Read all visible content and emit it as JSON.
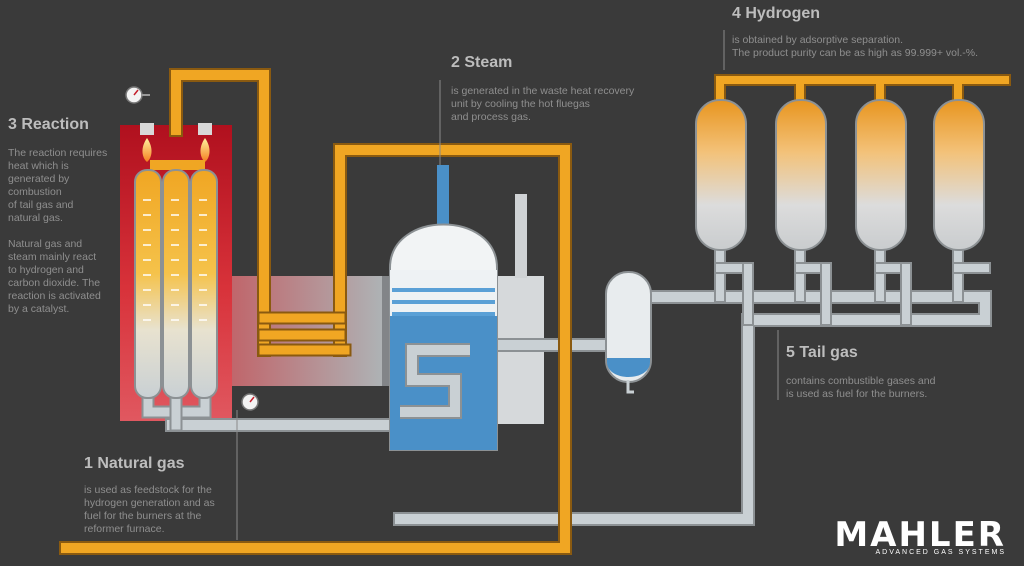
{
  "sections": {
    "reaction": {
      "title": "3 Reaction",
      "description": "The reaction requires\nheat which is\ngenerated by\ncombustion\nof tail gas and\nnatural gas.\n\nNatural gas and\nsteam mainly react\nto hydrogen and\ncarbon dioxide. The\nreaction is activated\nby a catalyst."
    },
    "steam": {
      "title": "2 Steam",
      "description": "is generated in the waste heat recovery\nunit by cooling the hot fluegas\nand process gas."
    },
    "hydrogen": {
      "title": "4 Hydrogen",
      "description": "is obtained by adsorptive separation.\nThe product purity can be as high as 99.999+ vol.-%."
    },
    "tail_gas": {
      "title": "5 Tail gas",
      "description": "contains combustible gases and\nis used as fuel for the burners."
    },
    "natural_gas": {
      "title": "1 Natural gas",
      "description": "is used as feedstock for the\nhydrogen generation and as\nfuel for the burners at the\nreformer furnace."
    }
  },
  "logo": {
    "brand": "MAHLER",
    "tagline": "ADVANCED GAS SYSTEMS"
  },
  "colors": {
    "background": "#3a3a3a",
    "pipe_orange": "#f0a623",
    "pipe_grey": "#c9d0d4",
    "furnace_red": "#c41e2a",
    "steam_blue": "#4a90c8",
    "hydrogen_orange": "#e8951f"
  }
}
